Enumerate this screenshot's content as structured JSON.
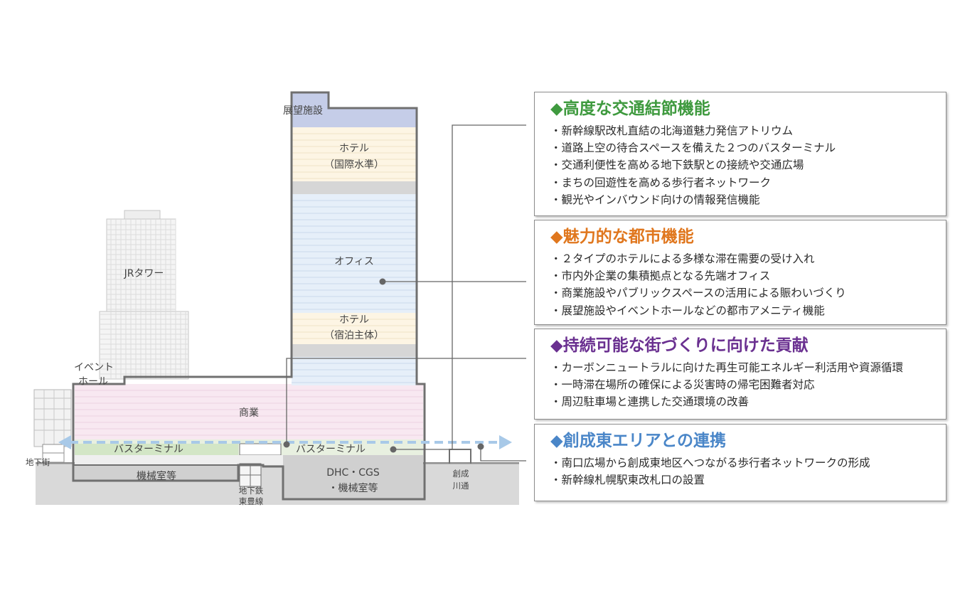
{
  "section": {
    "labels": {
      "observatory": "展望施設",
      "hotel_top": "ホテル",
      "hotel_top_sub": "（国際水準）",
      "office": "オフィス",
      "hotel_mid": "ホテル",
      "hotel_mid_sub": "（宿泊主体）",
      "jr_tower": "JRタワー",
      "event_hall_1": "イベント",
      "event_hall_2": "ホール",
      "commercial": "商業",
      "bus_terminal_left": "バスターミナル",
      "bus_terminal_right": "バスターミナル",
      "underground_mall": "地下街",
      "machine_room": "機械室等",
      "subway_1": "地下鉄",
      "subway_2": "東豊線",
      "dhc_1": "DHC・CGS",
      "dhc_2": "・機械室等",
      "sosei_1": "創成",
      "sosei_2": "川通"
    },
    "colors": {
      "observatory": "#c5cde8",
      "hotel": "#fdf5e4",
      "mechanical_floor": "#d6d6d6",
      "office": "#e6eff9",
      "commercial": "#f8e8f1",
      "bus_terminal": "#d3e6c6",
      "ground": "#d9d9d9",
      "outline": "#707070",
      "pedestrian_arrow": "#a8c9e8"
    }
  },
  "panels": [
    {
      "title": "◆高度な交通結節機能",
      "color": "#3f9a3f",
      "items": [
        "新幹線駅改札直結の北海道魅力発信アトリウム",
        "道路上空の待合スペースを備えた２つのバスターミナル",
        "交通利便性を高める地下鉄駅との接続や交通広場",
        "まちの回遊性を高める歩行者ネットワーク",
        "観光やインバウンド向けの情報発信機能"
      ]
    },
    {
      "title": "◆魅力的な都市機能",
      "color": "#e0771e",
      "items": [
        "２タイプのホテルによる多様な滞在需要の受け入れ",
        "市内外企業の集積拠点となる先端オフィス",
        "商業施設やパブリックスペースの活用による賑わいづくり",
        "展望施設やイベントホールなどの都市アメニティ機能"
      ]
    },
    {
      "title": "◆持続可能な街づくりに向けた貢献",
      "color": "#6a3090",
      "items": [
        "カーボンニュートラルに向けた再生可能エネルギー利活用や資源循環",
        "一時滞在場所の確保による災害時の帰宅困難者対応",
        "周辺駐車場と連携した交通環境の改善"
      ]
    },
    {
      "title": "◆創成東エリアとの連携",
      "color": "#4a86c8",
      "items": [
        "南口広場から創成東地区へつながる歩行者ネットワークの形成",
        "新幹線札幌駅東改札口の設置"
      ]
    }
  ]
}
